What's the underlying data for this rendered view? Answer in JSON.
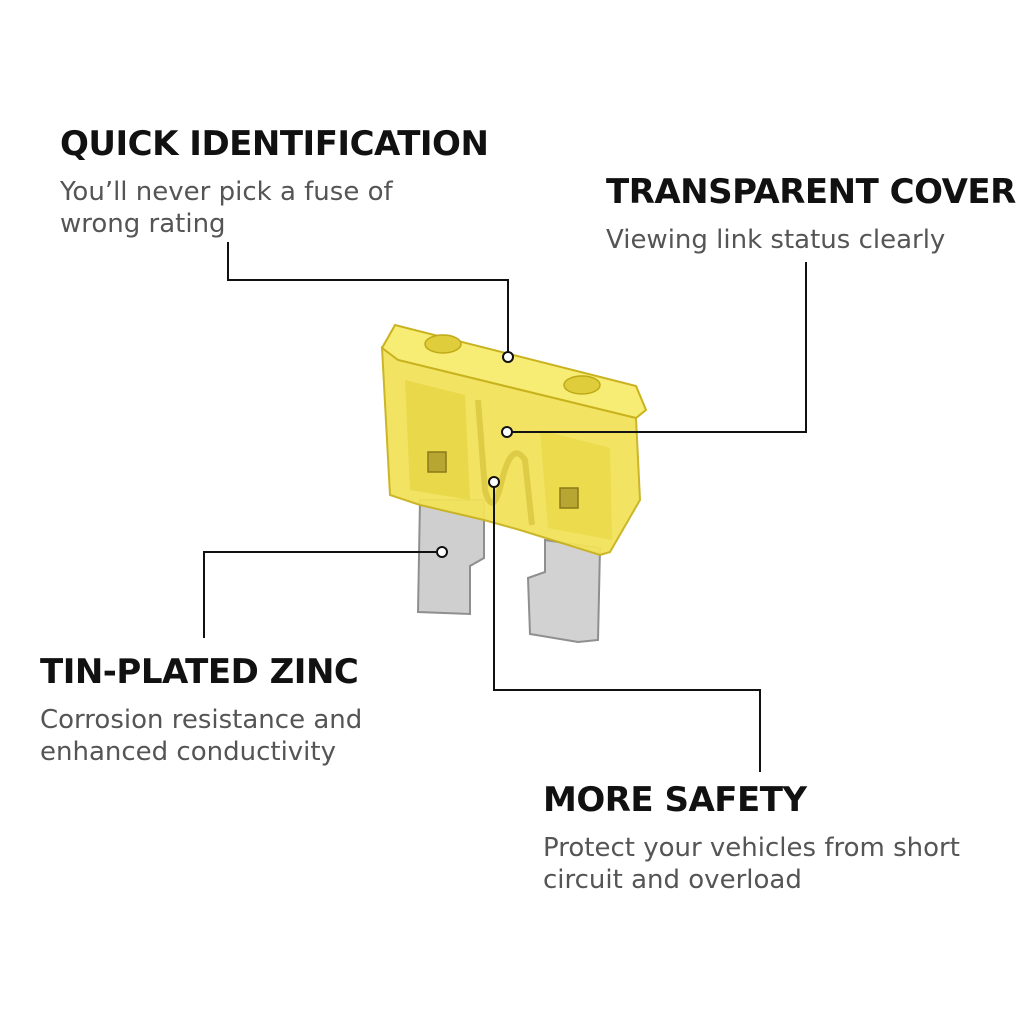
{
  "callouts": {
    "quick_identification": {
      "title": "QUICK IDENTIFICATION",
      "lines": [
        "You’ll never pick a fuse of",
        "wrong rating"
      ]
    },
    "transparent_cover": {
      "title": "TRANSPARENT COVER",
      "lines": [
        "Viewing link status clearly"
      ]
    },
    "tin_plated_zinc": {
      "title": "TIN-PLATED ZINC",
      "lines": [
        "Corrosion resistance and",
        "enhanced conductivity"
      ]
    },
    "more_safety": {
      "title": "MORE SAFETY",
      "lines": [
        "Protect your vehicles from short",
        "circuit and overload"
      ]
    }
  },
  "illustration": {
    "icon": "blade-fuse-icon",
    "colors": {
      "fuse_body": "#f2e35a",
      "fuse_edge": "#c9b21e",
      "terminal": "#c8c8c8",
      "leader_line": "#111111"
    }
  }
}
